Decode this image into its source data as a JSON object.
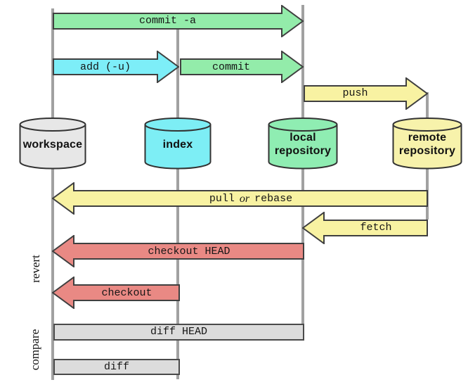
{
  "nodes": {
    "workspace": {
      "label": "workspace",
      "fill": "#e7e7e7"
    },
    "index": {
      "label": "index",
      "fill": "#7deef5"
    },
    "local": {
      "line1": "local",
      "line2": "repository",
      "fill": "#8fedb2"
    },
    "remote": {
      "line1": "remote",
      "line2": "repository",
      "fill": "#f7f2ab"
    }
  },
  "arrows": {
    "commit_a": {
      "label": "commit -a",
      "color": "#93ecaa",
      "direction": "right",
      "from": "workspace",
      "to": "local repository"
    },
    "add_u": {
      "label": "add (-u)",
      "color": "#7deef8",
      "direction": "right",
      "from": "workspace",
      "to": "index"
    },
    "commit": {
      "label": "commit",
      "color": "#93ecaa",
      "direction": "right",
      "from": "index",
      "to": "local repository"
    },
    "push": {
      "label": "push",
      "color": "#f8f2a2",
      "direction": "right",
      "from": "local repository",
      "to": "remote repository"
    },
    "pull_rebase": {
      "label_pre": "pull",
      "label_or": "or",
      "label_post": "rebase",
      "color": "#f8f2a2",
      "direction": "left",
      "from": "remote repository",
      "to": "workspace"
    },
    "fetch": {
      "label": "fetch",
      "color": "#f8f2a2",
      "direction": "left",
      "from": "remote repository",
      "to": "local repository"
    },
    "checkout_head": {
      "label": "checkout HEAD",
      "color": "#e98984",
      "direction": "left",
      "from": "local repository",
      "to": "workspace"
    },
    "checkout": {
      "label": "checkout",
      "color": "#e98984",
      "direction": "left",
      "from": "index",
      "to": "workspace"
    }
  },
  "bars": {
    "diff_head": {
      "label": "diff HEAD",
      "color": "#dcdcdc"
    },
    "diff": {
      "label": "diff",
      "color": "#dcdcdc"
    }
  },
  "side_labels": {
    "revert": "revert",
    "compare": "compare"
  },
  "colors": {
    "line": "#a1a1a1",
    "outline": "#3f3f3f",
    "text": "#151515"
  }
}
